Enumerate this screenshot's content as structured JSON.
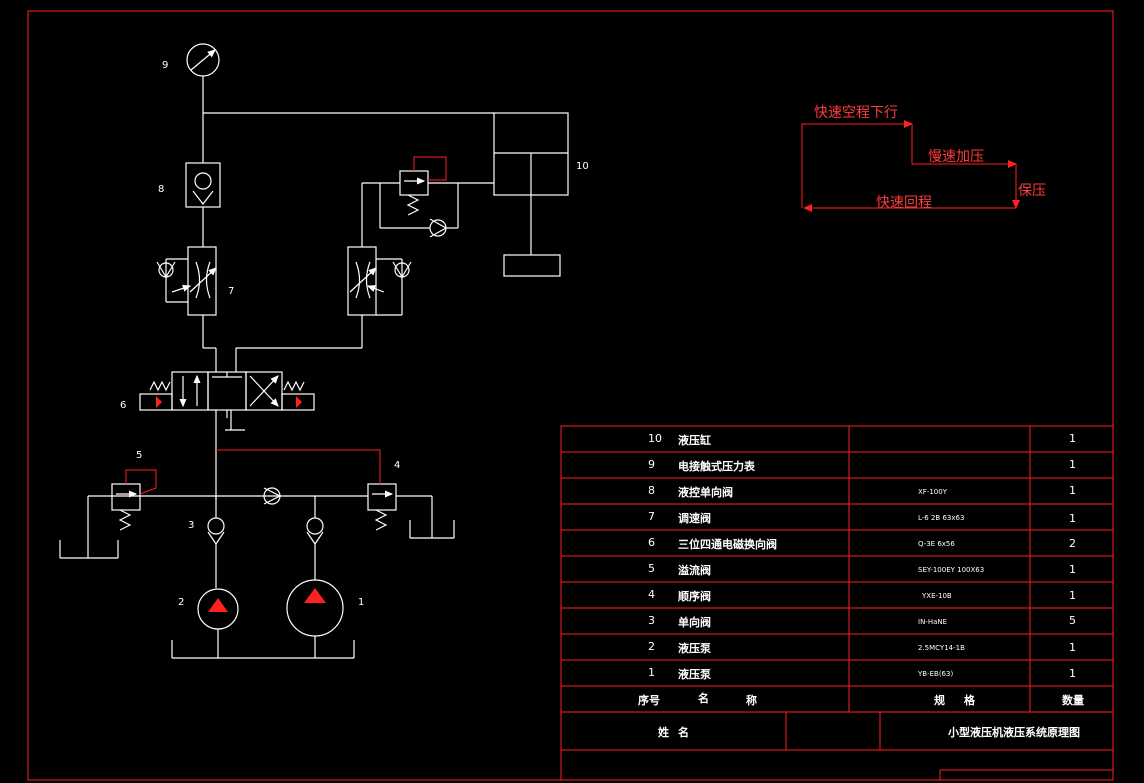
{
  "components": {
    "c1": "1",
    "c2": "2",
    "c3": "3",
    "c4": "4",
    "c5": "5",
    "c6": "6",
    "c7": "7",
    "c8": "8",
    "c9": "9",
    "c10": "10"
  },
  "phases": {
    "fast_down": "快速空程下行",
    "slow_press": "慢速加压",
    "hold": "保压",
    "fast_return": "快速回程"
  },
  "bom": {
    "rows": [
      {
        "no": "10",
        "name": "液压缸",
        "spec": "",
        "qty": "1"
      },
      {
        "no": "9",
        "name": "电接触式压力表",
        "spec": "",
        "qty": "1"
      },
      {
        "no": "8",
        "name": "液控单向阀",
        "spec": "XF-100Y",
        "qty": "1"
      },
      {
        "no": "7",
        "name": "调速阀",
        "spec": "L-6 2B 63x63",
        "qty": "1"
      },
      {
        "no": "6",
        "name": "三位四通电磁换向阀",
        "spec": "Q-3E 6x56",
        "qty": "2"
      },
      {
        "no": "5",
        "name": "溢流阀",
        "spec": "SEY-100EY 100X63",
        "qty": "1"
      },
      {
        "no": "4",
        "name": "顺序阀",
        "spec": "YXE-10B",
        "qty": "1"
      },
      {
        "no": "3",
        "name": "单向阀",
        "spec": "IN-HaNE",
        "qty": "5"
      },
      {
        "no": "2",
        "name": "液压泵",
        "spec": "2.5MCY14-1B",
        "qty": "1"
      },
      {
        "no": "1",
        "name": "液压泵",
        "spec": "YB-EB(63)",
        "qty": "1"
      }
    ],
    "header": {
      "no": "序号",
      "name_1": "名",
      "name_2": "称",
      "spec": "规",
      "spec_2": "格",
      "qty": "数量"
    },
    "footer": {
      "name_label_1": "姓",
      "name_label_2": "名",
      "title": "小型液压机液压系统原理图"
    }
  }
}
